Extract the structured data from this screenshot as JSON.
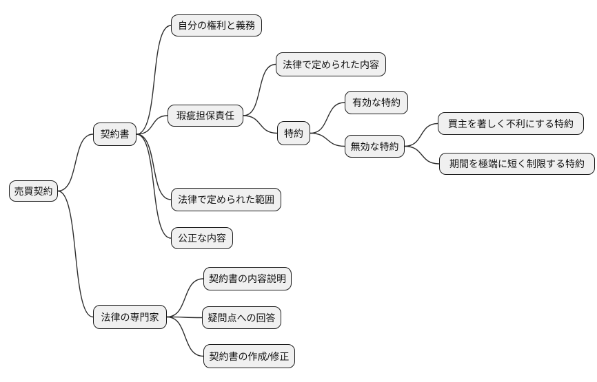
{
  "diagram": {
    "type": "mindmap",
    "language": "ja",
    "colors": {
      "background": "#ffffff",
      "node_fill": "#f0f0f0",
      "node_border": "#1a1a1a",
      "edge": "#2e2e2e",
      "text": "#111111"
    },
    "nodes": [
      {
        "id": "sales-contract",
        "label": "売買契約"
      },
      {
        "id": "contract-document",
        "label": "契約書"
      },
      {
        "id": "legal-expert",
        "label": "法律の専門家"
      },
      {
        "id": "own-rights-duties",
        "label": "自分の権利と義務"
      },
      {
        "id": "defect-warranty-liability",
        "label": "瑕疵担保責任"
      },
      {
        "id": "legal-scope",
        "label": "法律で定められた範囲"
      },
      {
        "id": "fair-content",
        "label": "公正な内容"
      },
      {
        "id": "legal-content",
        "label": "法律で定められた内容"
      },
      {
        "id": "special-provision",
        "label": "特約"
      },
      {
        "id": "valid-provision",
        "label": "有効な特約"
      },
      {
        "id": "invalid-provision",
        "label": "無効な特約"
      },
      {
        "id": "buyer-disadvantage-provision",
        "label": "買主を著しく不利にする特約"
      },
      {
        "id": "period-limit-provision",
        "label": "期間を極端に短く制限する特約"
      },
      {
        "id": "contract-explanation",
        "label": "契約書の内容説明"
      },
      {
        "id": "question-answers",
        "label": "疑問点への回答"
      },
      {
        "id": "contract-drafting",
        "label": "契約書の作成/修正"
      }
    ],
    "edges": [
      {
        "from": "sales-contract",
        "to": "contract-document"
      },
      {
        "from": "sales-contract",
        "to": "legal-expert"
      },
      {
        "from": "contract-document",
        "to": "own-rights-duties"
      },
      {
        "from": "contract-document",
        "to": "defect-warranty-liability"
      },
      {
        "from": "contract-document",
        "to": "legal-scope"
      },
      {
        "from": "contract-document",
        "to": "fair-content"
      },
      {
        "from": "defect-warranty-liability",
        "to": "legal-content"
      },
      {
        "from": "defect-warranty-liability",
        "to": "special-provision"
      },
      {
        "from": "special-provision",
        "to": "valid-provision"
      },
      {
        "from": "special-provision",
        "to": "invalid-provision"
      },
      {
        "from": "invalid-provision",
        "to": "buyer-disadvantage-provision"
      },
      {
        "from": "invalid-provision",
        "to": "period-limit-provision"
      },
      {
        "from": "legal-expert",
        "to": "contract-explanation"
      },
      {
        "from": "legal-expert",
        "to": "question-answers"
      },
      {
        "from": "legal-expert",
        "to": "contract-drafting"
      }
    ]
  }
}
